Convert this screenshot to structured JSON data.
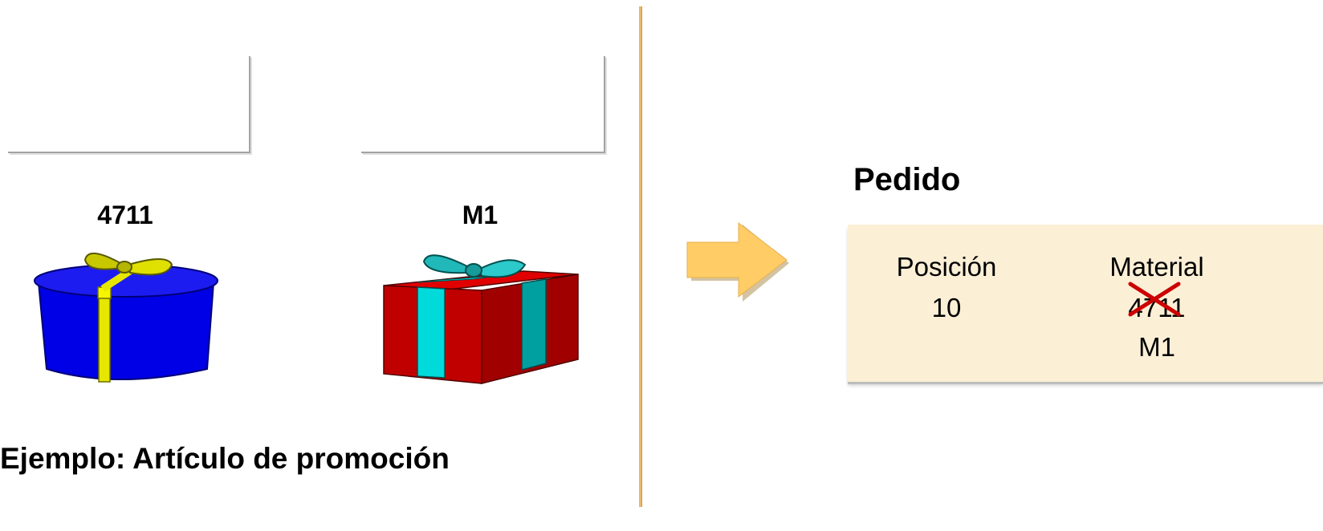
{
  "left_panel": {
    "product_labels": [
      "4711",
      "M1"
    ],
    "caption": "Ejemplo: Artículo de promoción"
  },
  "order": {
    "title": "Pedido",
    "columns": {
      "position_header": "Posición",
      "material_header": "Material"
    },
    "row": {
      "position": "10",
      "material_old": "4711",
      "material_new": "M1"
    }
  },
  "colors": {
    "round_gift": "#0000e6",
    "round_ribbon": "#e6e600",
    "box_gift": "#c00000",
    "box_ribbon": "#00d8d8",
    "arrow": "#ffcc66",
    "panel": "#fbefd6",
    "divider": "#e8b868",
    "strike": "#cc0000"
  },
  "icons": [
    "round-gift-icon",
    "box-gift-icon",
    "arrow-right-icon",
    "strike-cross-icon"
  ]
}
